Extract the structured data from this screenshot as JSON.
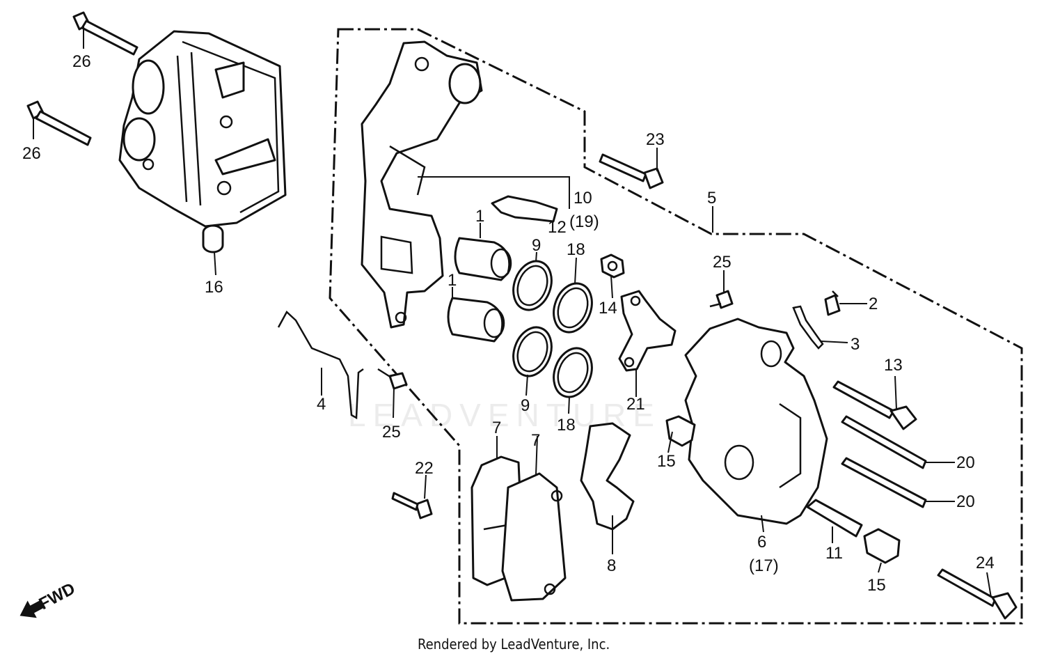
{
  "watermark": "LEADVENTURE",
  "footer": "Rendered by LeadVenture, Inc.",
  "direction_label": "FWD",
  "callouts": [
    {
      "id": "26a",
      "text": "26"
    },
    {
      "id": "26b",
      "text": "26"
    },
    {
      "id": "16",
      "text": "16"
    },
    {
      "id": "4",
      "text": "4"
    },
    {
      "id": "25a",
      "text": "25"
    },
    {
      "id": "22",
      "text": "22"
    },
    {
      "id": "1a",
      "text": "1"
    },
    {
      "id": "1b",
      "text": "1"
    },
    {
      "id": "9a",
      "text": "9"
    },
    {
      "id": "9b",
      "text": "9"
    },
    {
      "id": "18a",
      "text": "18"
    },
    {
      "id": "18b",
      "text": "18"
    },
    {
      "id": "10",
      "text": "10"
    },
    {
      "id": "19",
      "text": "(19)"
    },
    {
      "id": "12",
      "text": "12"
    },
    {
      "id": "14",
      "text": "14"
    },
    {
      "id": "7a",
      "text": "7"
    },
    {
      "id": "7b",
      "text": "7"
    },
    {
      "id": "8",
      "text": "8"
    },
    {
      "id": "21",
      "text": "21"
    },
    {
      "id": "23",
      "text": "23"
    },
    {
      "id": "5",
      "text": "5"
    },
    {
      "id": "25b",
      "text": "25"
    },
    {
      "id": "2",
      "text": "2"
    },
    {
      "id": "3",
      "text": "3"
    },
    {
      "id": "13",
      "text": "13"
    },
    {
      "id": "20a",
      "text": "20"
    },
    {
      "id": "20b",
      "text": "20"
    },
    {
      "id": "15a",
      "text": "15"
    },
    {
      "id": "15b",
      "text": "15"
    },
    {
      "id": "6",
      "text": "6"
    },
    {
      "id": "17",
      "text": "(17)"
    },
    {
      "id": "11",
      "text": "11"
    },
    {
      "id": "24",
      "text": "24"
    }
  ]
}
